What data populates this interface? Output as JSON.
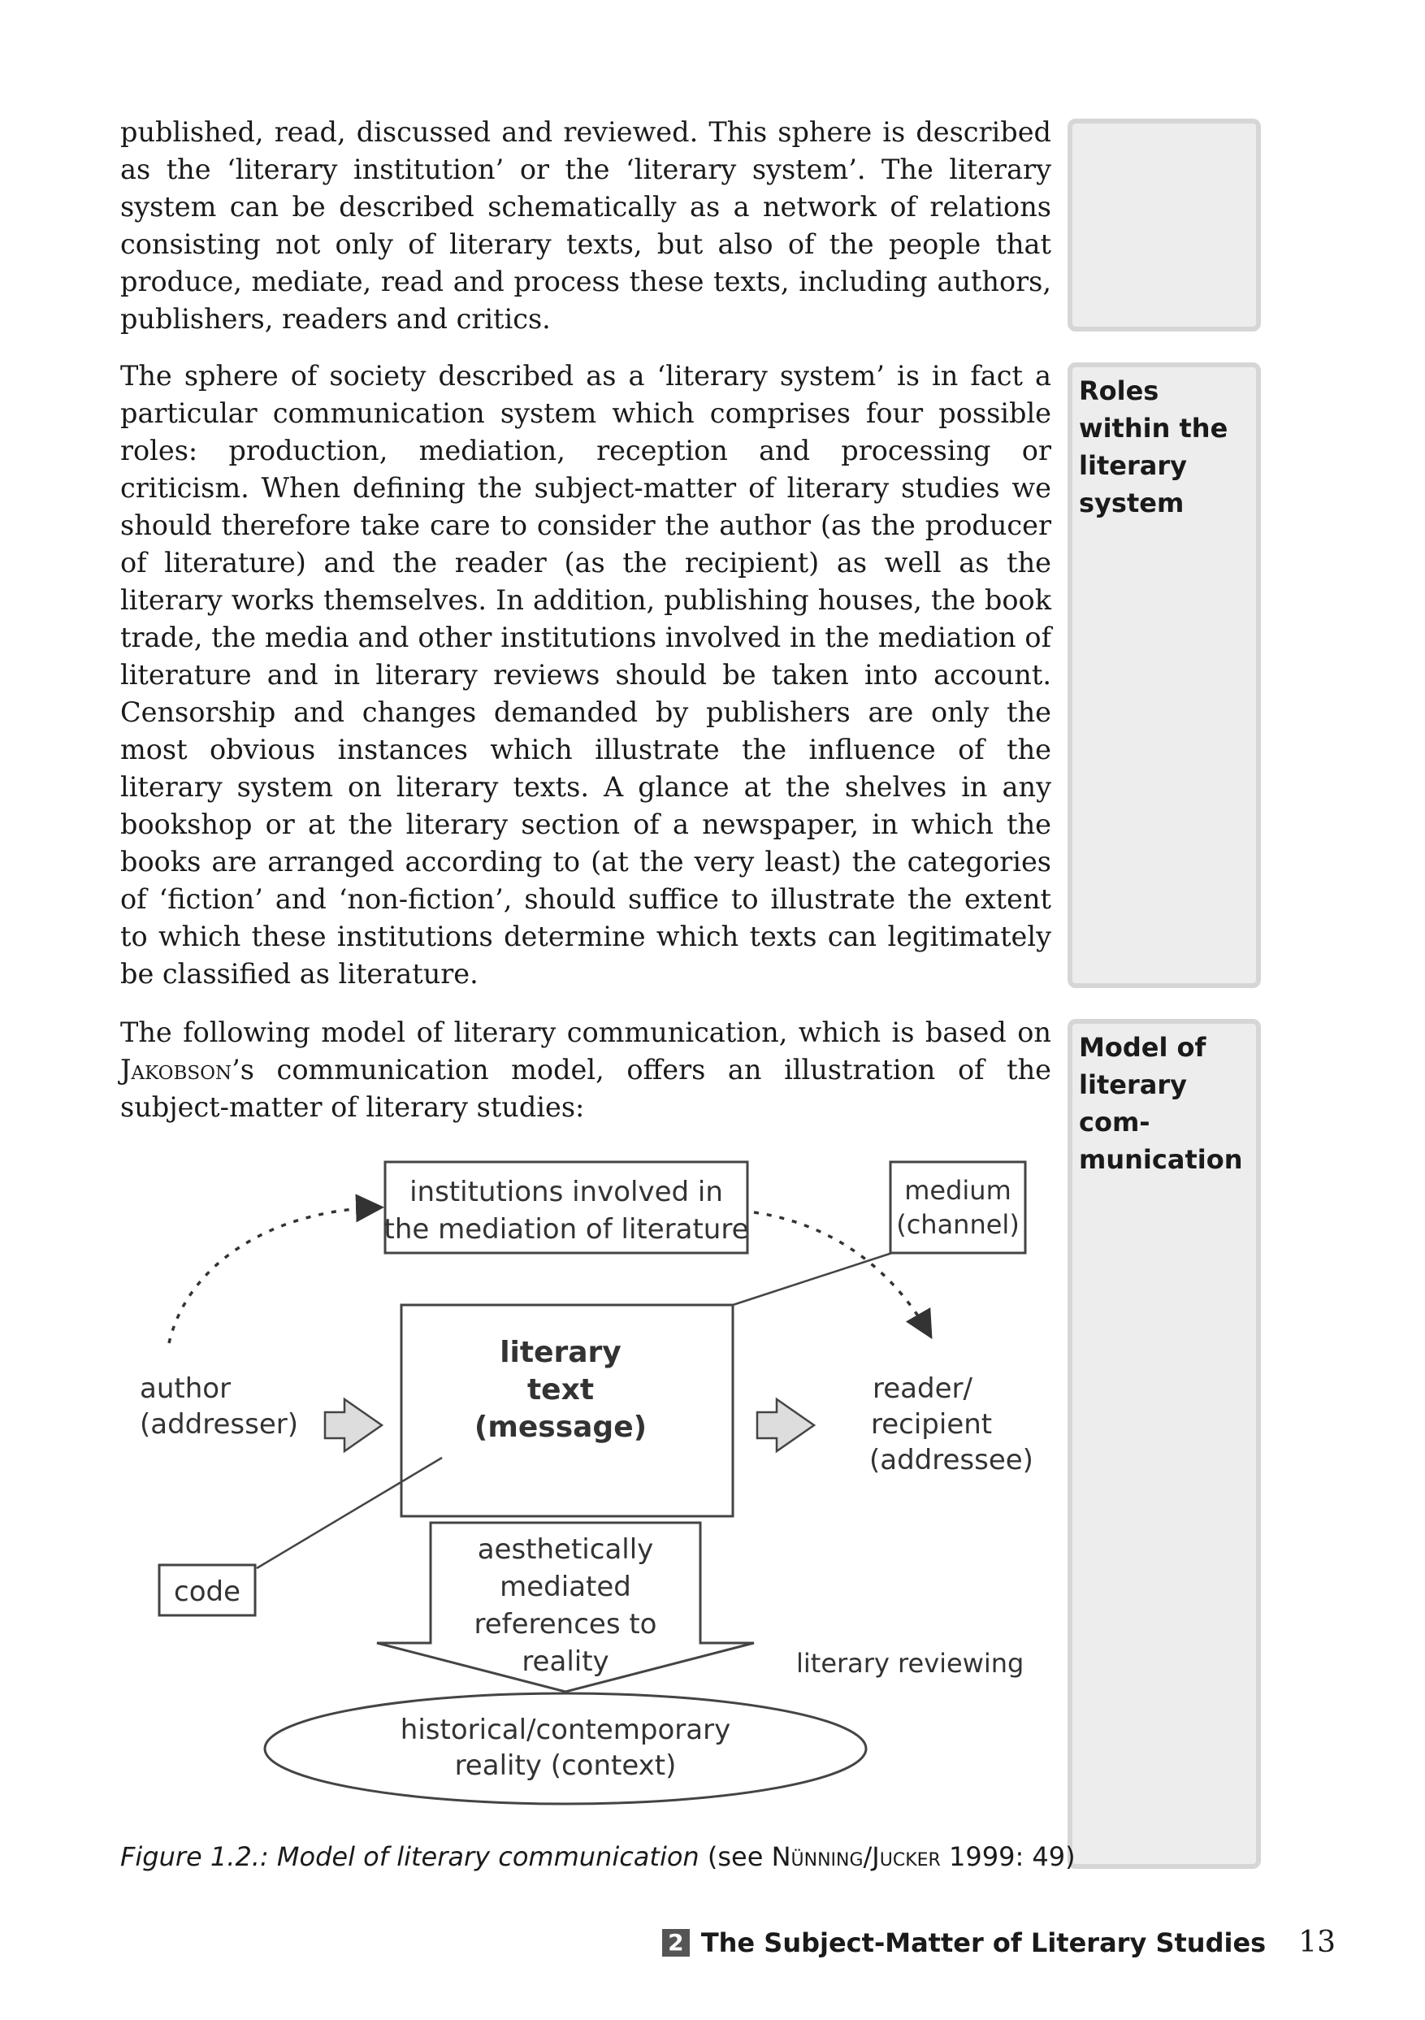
{
  "paragraphs": {
    "p1": "published, read, discussed and reviewed. This sphere is described as the ‘literary institution’ or the ‘literary system’. The literary system can be described schematically as a network of relations consisting not only of literary texts, but also of the people that produce, mediate, read and process these texts, including authors, publishers, readers and critics.",
    "p2": "The sphere of society described as a ‘literary system’ is in fact a particular communication system which comprises four possible roles: production, mediation, reception and processing or criticism. When defining the subject-matter of literary studies we should therefore take care to consider the author (as the producer of literature) and the reader (as the recipient) as well as the literary works themselves. In addition, publishing houses, the book trade, the media and other institutions involved in the mediation of literature and in literary reviews should be taken into account. Censorship and changes demanded by publishers are only the most obvious instances which illustrate the influence of the literary system on literary texts. A glance at the shelves in any bookshop or at the literary section of a newspaper, in which the books are arranged according to (at the very least) the categories of ‘fiction’ and ‘non-fiction’, should suffice to illustrate the extent to which these institutions determine which texts can legitimately be classified as literature.",
    "p3_before": "The following model of literary communication, which is based on ",
    "p3_name": "Jakobson",
    "p3_after": "’s communication model, offers an illustration of the subject-matter of literary studies:"
  },
  "sidebar": {
    "box2_label": "Roles within the literary system",
    "box3_label": "Model of literary com-munication"
  },
  "diagram": {
    "institutions_line1": "institutions involved in",
    "institutions_line2": "the mediation of literature",
    "medium_line1": "medium",
    "medium_line2": "(channel)",
    "author_line1": "author",
    "author_line2": "(addresser)",
    "text_line1": "literary",
    "text_line2": "text",
    "text_line3": "(message)",
    "reader_line1": "reader/",
    "reader_line2": "recipient",
    "reader_line3": "(addressee)",
    "code": "code",
    "refs_line1": "aesthetically",
    "refs_line2": "mediated",
    "refs_line3": "references to",
    "refs_line4": "reality",
    "reviewing": "literary reviewing",
    "reality_line1": "historical/contemporary",
    "reality_line2": "reality (context)"
  },
  "caption": {
    "figure": "Figure 1.2.: Model of literary communication",
    "see_open": " (see ",
    "authors": "Nünning/Jucker",
    "source_close": " 1999: 49)"
  },
  "footer": {
    "chapter_number": "2",
    "chapter_title": "The Subject-Matter of Literary Studies",
    "page_number": "13"
  }
}
